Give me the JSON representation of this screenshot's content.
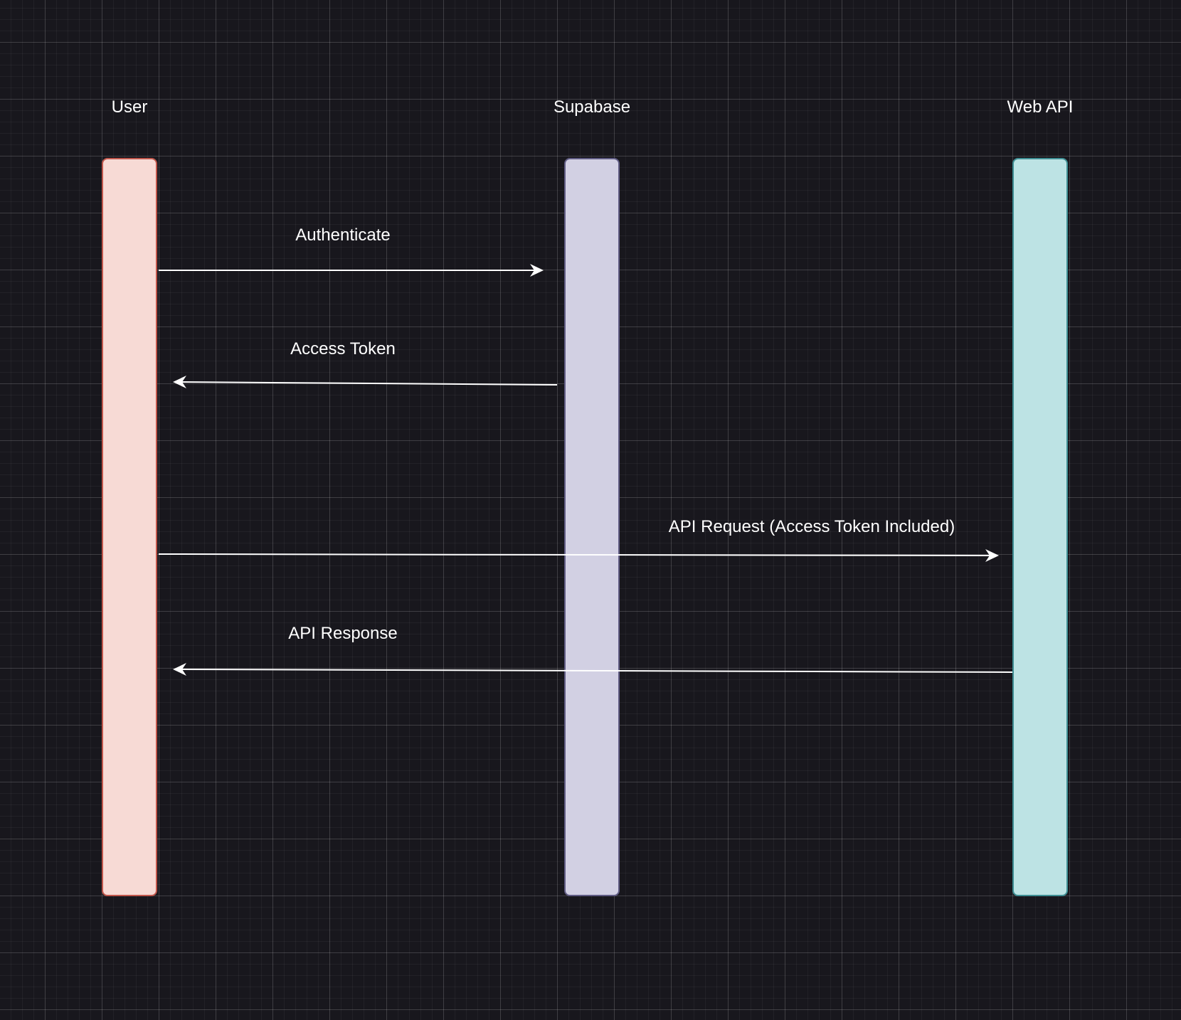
{
  "actors": {
    "user": {
      "label": "User",
      "fill": "#f7dad5",
      "stroke": "#c0564b"
    },
    "supabase": {
      "label": "Supabase",
      "fill": "#d2d0e3",
      "stroke": "#5f5b83"
    },
    "web_api": {
      "label": "Web API",
      "fill": "#bde3e4",
      "stroke": "#3e8e93"
    }
  },
  "messages": [
    {
      "label": "Authenticate",
      "from": "User",
      "to": "Supabase"
    },
    {
      "label": "Access Token",
      "from": "Supabase",
      "to": "User"
    },
    {
      "label": "API Request (Access Token Included)",
      "from": "User",
      "to": "Web API"
    },
    {
      "label": "API Response",
      "from": "Web API",
      "to": "User"
    }
  ],
  "colors": {
    "background": "#18171d",
    "arrow": "#ffffff",
    "text": "#ffffff"
  }
}
